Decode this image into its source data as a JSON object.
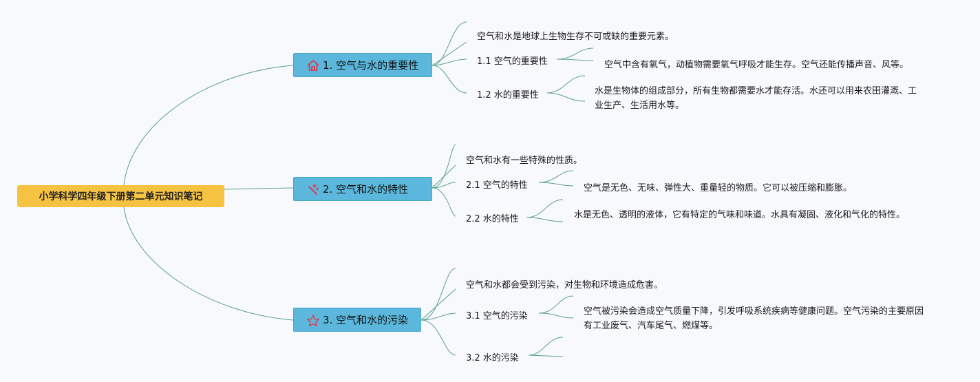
{
  "root": {
    "title": "小学科学四年级下册第二单元知识笔记"
  },
  "branches": [
    {
      "label": "1. 空气与水的重要性",
      "icon": "home-icon",
      "intro": "空气和水是地球上生物生存不可或缺的重要元素。",
      "subs": [
        {
          "label": "1.1 空气的重要性",
          "text": "空气中含有氧气，动植物需要氧气呼吸才能生存。空气还能传播声音、风等。"
        },
        {
          "label": "1.2 水的重要性",
          "text": "水是生物体的组成部分，所有生物都需要水才能存活。水还可以用来农田灌溉、工业生产、生活用水等。"
        }
      ]
    },
    {
      "label": "2. 空气和水的特性",
      "icon": "magic-wand-icon",
      "intro": "空气和水有一些特殊的性质。",
      "subs": [
        {
          "label": "2.1 空气的特性",
          "text": "空气是无色、无味、弹性大、重量轻的物质。它可以被压缩和膨胀。"
        },
        {
          "label": "2.2 水的特性",
          "text": "水是无色、透明的液体，它有特定的气味和味道。水具有凝固、液化和气化的特性。"
        }
      ]
    },
    {
      "label": "3. 空气和水的污染",
      "icon": "star-icon",
      "intro": "空气和水都会受到污染，对生物和环境造成危害。",
      "subs": [
        {
          "label": "3.1 空气的污染",
          "text": "空气被污染会造成空气质量下降，引发呼吸系统疾病等健康问题。空气污染的主要原因有工业废气、汽车尾气、燃煤等。"
        },
        {
          "label": "3.2 水的污染",
          "text": ""
        }
      ]
    }
  ],
  "colors": {
    "root": "#f5c242",
    "branch": "#5bb8dc",
    "line": "#5aa08a",
    "background": "#f8f9fd"
  }
}
